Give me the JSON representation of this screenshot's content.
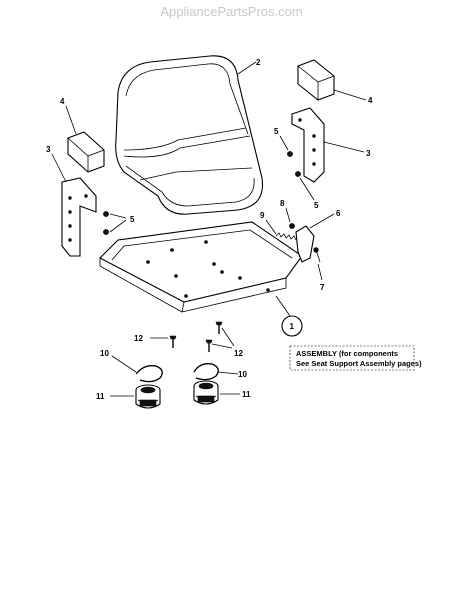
{
  "header": {
    "watermark": "AppliancePartsPros.com"
  },
  "callouts": {
    "c1": "1",
    "c2": "2",
    "c3_left": "3",
    "c3_right": "3",
    "c4_left": "4",
    "c4_right": "4",
    "c5_left": "5",
    "c5_right_top": "5",
    "c5_right_bottom": "5",
    "c6": "6",
    "c7": "7",
    "c8": "8",
    "c9": "9",
    "c10_left": "10",
    "c10_right": "10",
    "c11_left": "11",
    "c11_right": "11",
    "c12_left": "12",
    "c12_right": "12"
  },
  "note": {
    "line1": "ASSEMBLY (for components",
    "line2": "See Seat Support Assembly pages)"
  }
}
